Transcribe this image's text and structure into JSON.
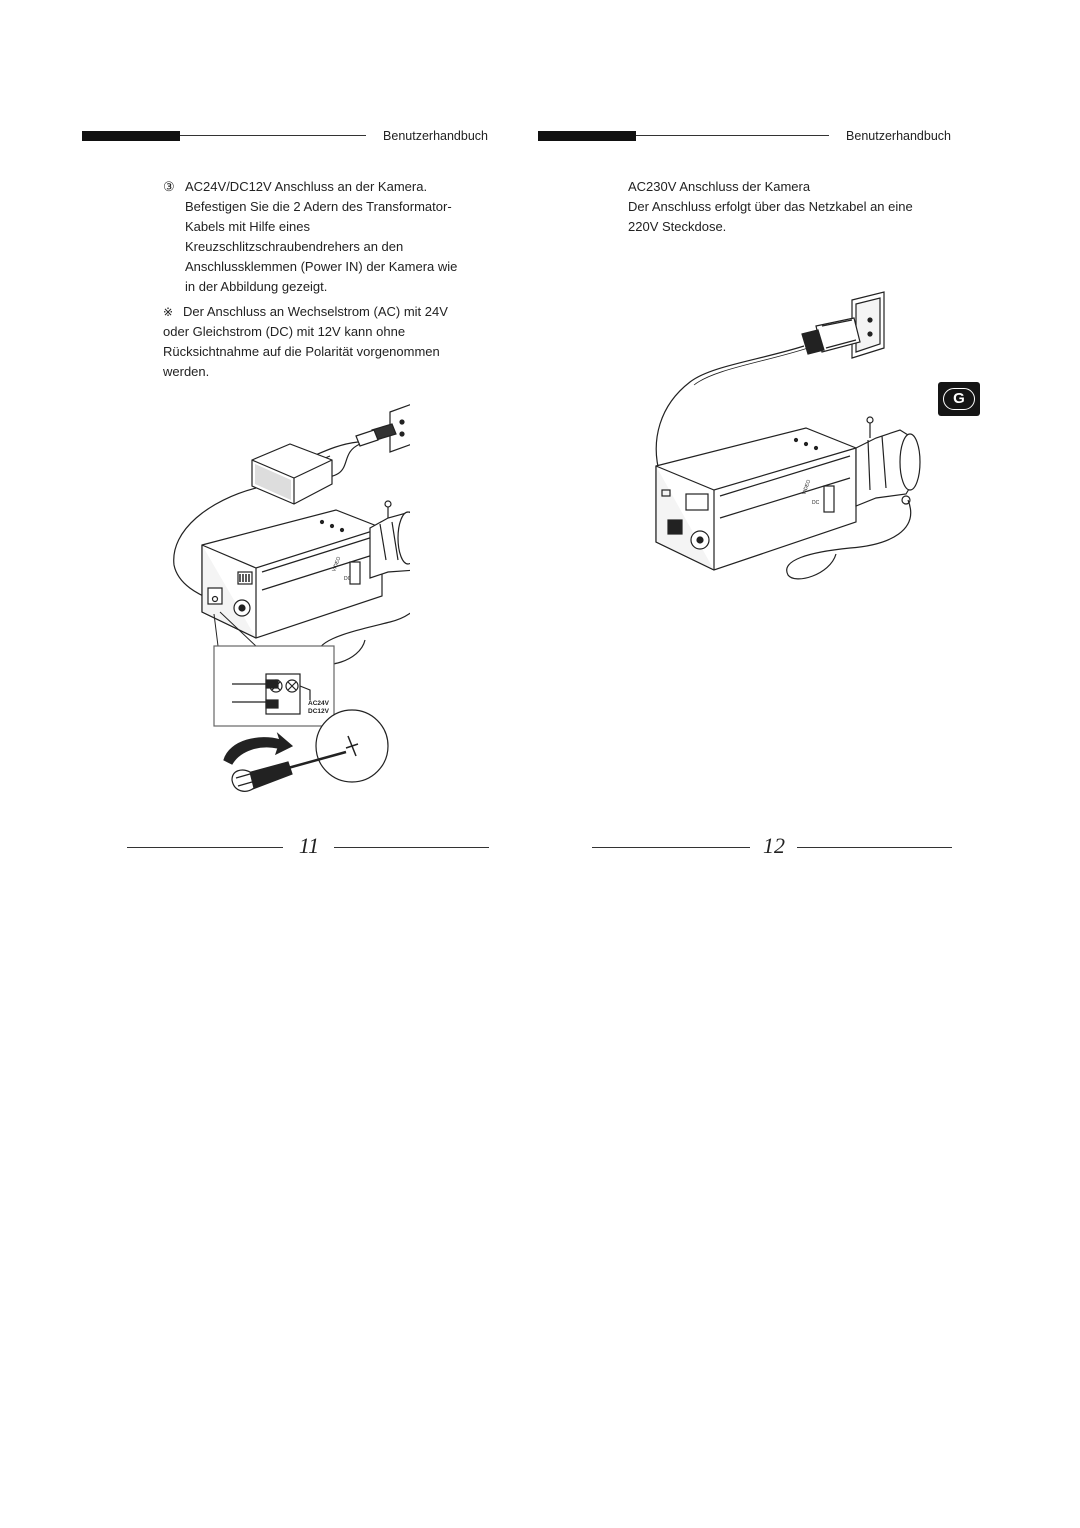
{
  "left_page": {
    "header": {
      "title": "Benutzerhandbuch"
    },
    "step": {
      "number": "③",
      "lines": [
        "AC24V/DC12V Anschluss an der Kamera.",
        "Befestigen Sie die 2 Adern des Transformator-",
        "Kabels mit Hilfe eines",
        "Kreuzschlitzschraubendrehers an den",
        "Anschlussklemmen (Power IN) der Kamera wie",
        "in der Abbildung gezeigt."
      ]
    },
    "note": {
      "symbol": "※",
      "lines": [
        "Der Anschluss an Wechselstrom (AC) mit 24V",
        "oder Gleichstrom (DC) mit 12V kann ohne",
        "Rücksichtnahme auf die Polarität vorgenommen",
        "werden."
      ]
    },
    "figure": {
      "terminal_label_1": "AC24V",
      "terminal_label_2": "DC12V",
      "switch_label_top": "VIDEO",
      "switch_label_bottom": "DC"
    },
    "page_number": "11"
  },
  "right_page": {
    "header": {
      "title": "Benutzerhandbuch"
    },
    "lines": [
      "AC230V Anschluss der Kamera",
      "Der Anschluss erfolgt über das Netzkabel an eine",
      "220V Steckdose."
    ],
    "figure": {
      "switch_label_top": "VIDEO",
      "switch_label_bottom": "DC"
    },
    "page_number": "12"
  },
  "language_tab": {
    "label": "G",
    "colors": {
      "background": "#151515",
      "text": "#ffffff"
    }
  }
}
